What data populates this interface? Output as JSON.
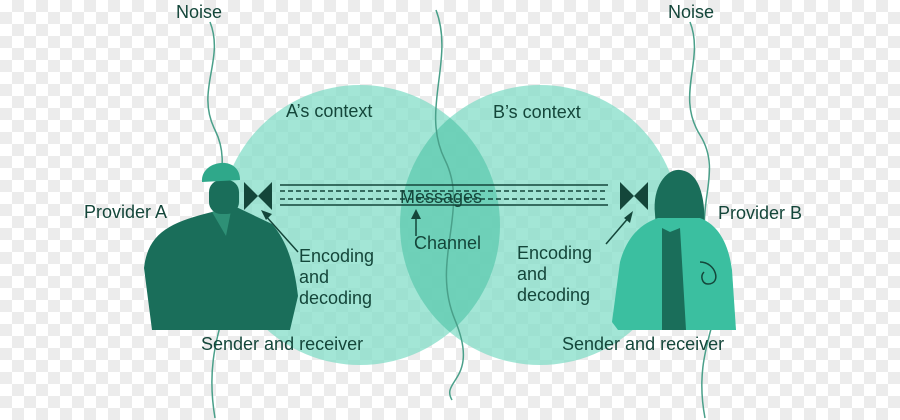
{
  "labels": {
    "noise_left": "Noise",
    "noise_right": "Noise",
    "context_a": "A’s context",
    "context_b": "B’s context",
    "provider_a": "Provider A",
    "provider_b": "Provider B",
    "messages": "Messages",
    "channel": "Channel",
    "encoding_left": "Encoding\nand\ndecoding",
    "encoding_right": "Encoding\nand\ndecoding",
    "sender_left": "Sender and receiver",
    "sender_right": "Sender and receiver"
  },
  "colors": {
    "circle_fill": "#7fdcc6",
    "overlap_fill": "#5ccab1",
    "figure_dark": "#1a6e5a",
    "figure_teal": "#3bbfa0",
    "text": "#14463a",
    "noise_line": "#4aa08a"
  }
}
